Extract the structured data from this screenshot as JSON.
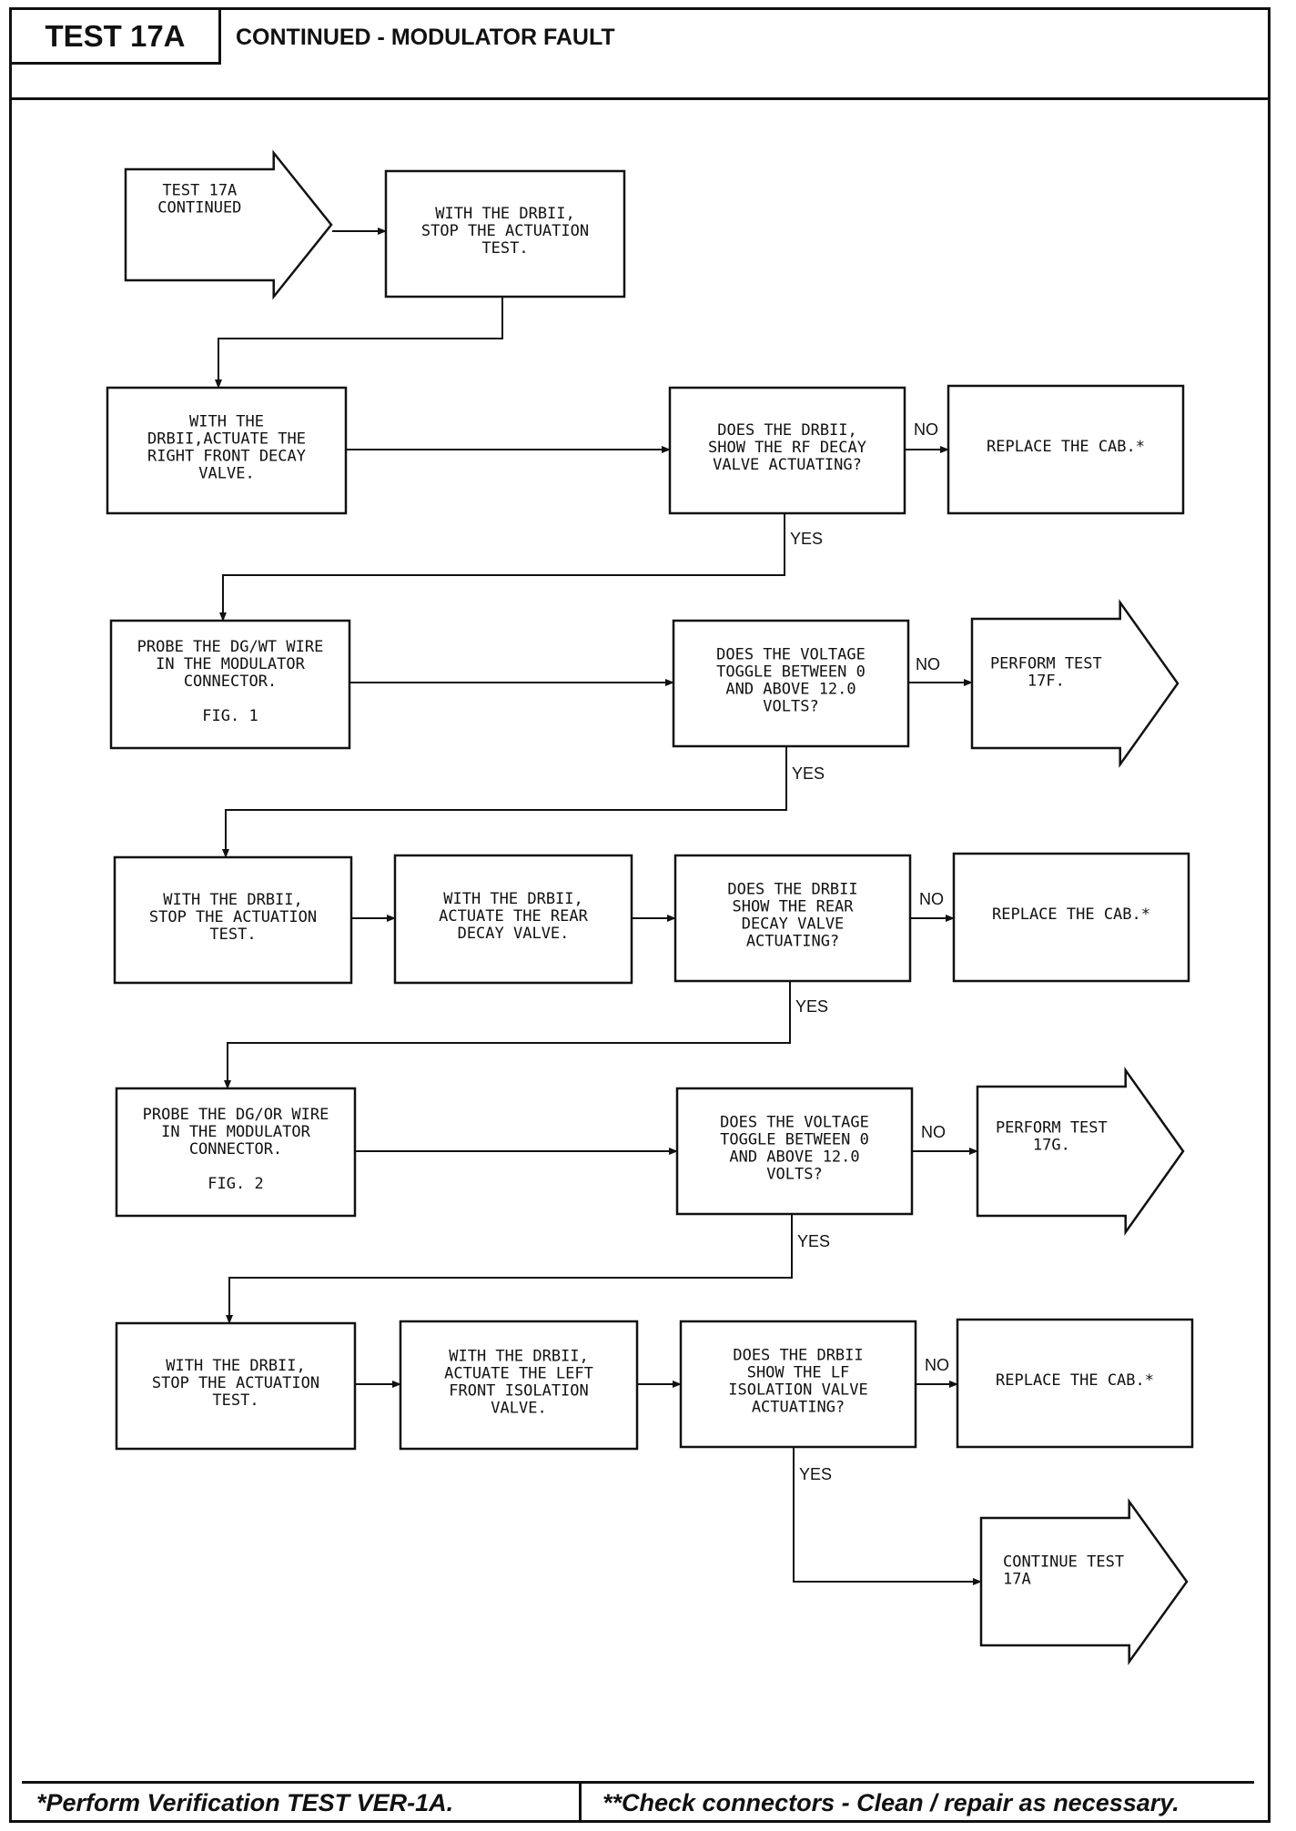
{
  "header": {
    "test_label": "TEST 17A",
    "title": "CONTINUED - MODULATOR FAULT"
  },
  "chart": {
    "start": [
      "TEST 17A",
      "CONTINUED"
    ],
    "step_stop_1": [
      "WITH THE DRBII,",
      "STOP THE ACTUATION",
      "TEST."
    ],
    "step_actuate_rf": [
      "WITH THE",
      "DRBII,ACTUATE THE",
      "RIGHT FRONT DECAY",
      "VALVE."
    ],
    "q_rf_decay": [
      "DOES THE DRBII,",
      "SHOW THE RF DECAY",
      "VALVE ACTUATING?"
    ],
    "replace_cab_1": [
      "REPLACE THE CAB.*"
    ],
    "step_probe_dgwt": [
      "PROBE THE DG/WT WIRE",
      "IN THE MODULATOR",
      "CONNECTOR.",
      "",
      "FIG. 1"
    ],
    "q_voltage_1": [
      "DOES THE VOLTAGE",
      "TOGGLE BETWEEN 0",
      "AND ABOVE 12.0",
      "VOLTS?"
    ],
    "perform_17f": [
      "PERFORM TEST",
      "17F."
    ],
    "step_stop_2": [
      "WITH THE DRBII,",
      "STOP THE ACTUATION",
      "TEST."
    ],
    "step_actuate_rear": [
      "WITH THE DRBII,",
      "ACTUATE THE REAR",
      "DECAY VALVE."
    ],
    "q_rear_decay": [
      "DOES THE DRBII",
      "SHOW THE REAR",
      "DECAY VALVE",
      "ACTUATING?"
    ],
    "replace_cab_2": [
      "REPLACE THE CAB.*"
    ],
    "step_probe_dgor": [
      "PROBE THE DG/OR WIRE",
      "IN THE MODULATOR",
      "CONNECTOR.",
      "",
      "FIG. 2"
    ],
    "q_voltage_2": [
      "DOES THE VOLTAGE",
      "TOGGLE BETWEEN 0",
      "AND ABOVE 12.0",
      "VOLTS?"
    ],
    "perform_17g": [
      "PERFORM TEST",
      "17G."
    ],
    "step_stop_3": [
      "WITH THE DRBII,",
      "STOP THE ACTUATION",
      "TEST."
    ],
    "step_actuate_lf": [
      "WITH THE DRBII,",
      "ACTUATE THE LEFT",
      "FRONT ISOLATION",
      "VALVE."
    ],
    "q_lf_isolation": [
      "DOES THE DRBII",
      "SHOW THE LF",
      "ISOLATION VALVE",
      "ACTUATING?"
    ],
    "replace_cab_3": [
      "REPLACE THE CAB.*"
    ],
    "continue_17a": [
      "CONTINUE TEST",
      "17A"
    ],
    "yes_label": "YES",
    "no_label": "NO"
  },
  "footer": {
    "left": "*Perform Verification TEST VER-1A.",
    "right": "**Check connectors - Clean / repair as necessary."
  }
}
